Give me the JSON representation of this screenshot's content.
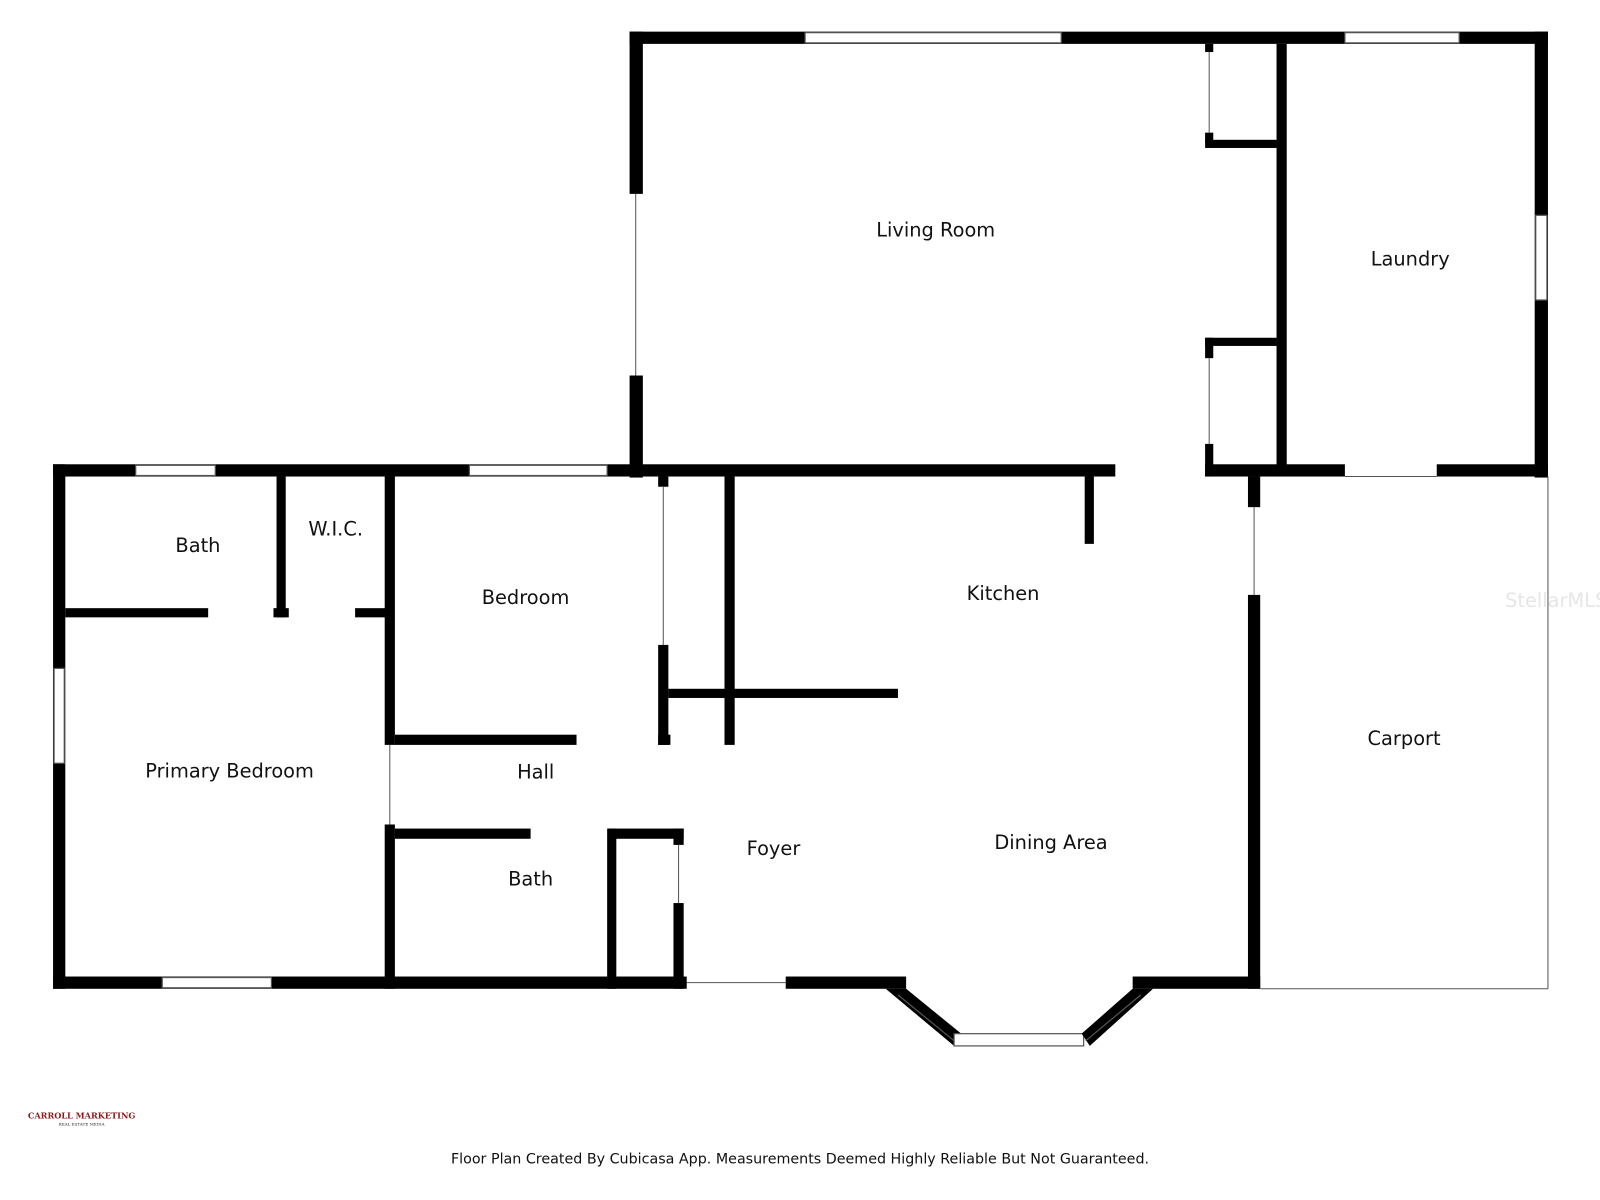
{
  "rooms": {
    "living_room": "Living Room",
    "laundry": "Laundry",
    "bath_1": "Bath",
    "wic": "W.I.C.",
    "bedroom": "Bedroom",
    "kitchen": "Kitchen",
    "primary_bedroom": "Primary Bedroom",
    "hall": "Hall",
    "carport": "Carport",
    "bath_2": "Bath",
    "foyer": "Foyer",
    "dining_area": "Dining Area"
  },
  "watermark": "StellarMLS",
  "logo": {
    "name": "CARROLL MARKETING",
    "tagline": "REAL ESTATE MEDIA"
  },
  "footer": "Floor Plan Created By Cubicasa App. Measurements Deemed Highly Reliable But Not Guaranteed."
}
